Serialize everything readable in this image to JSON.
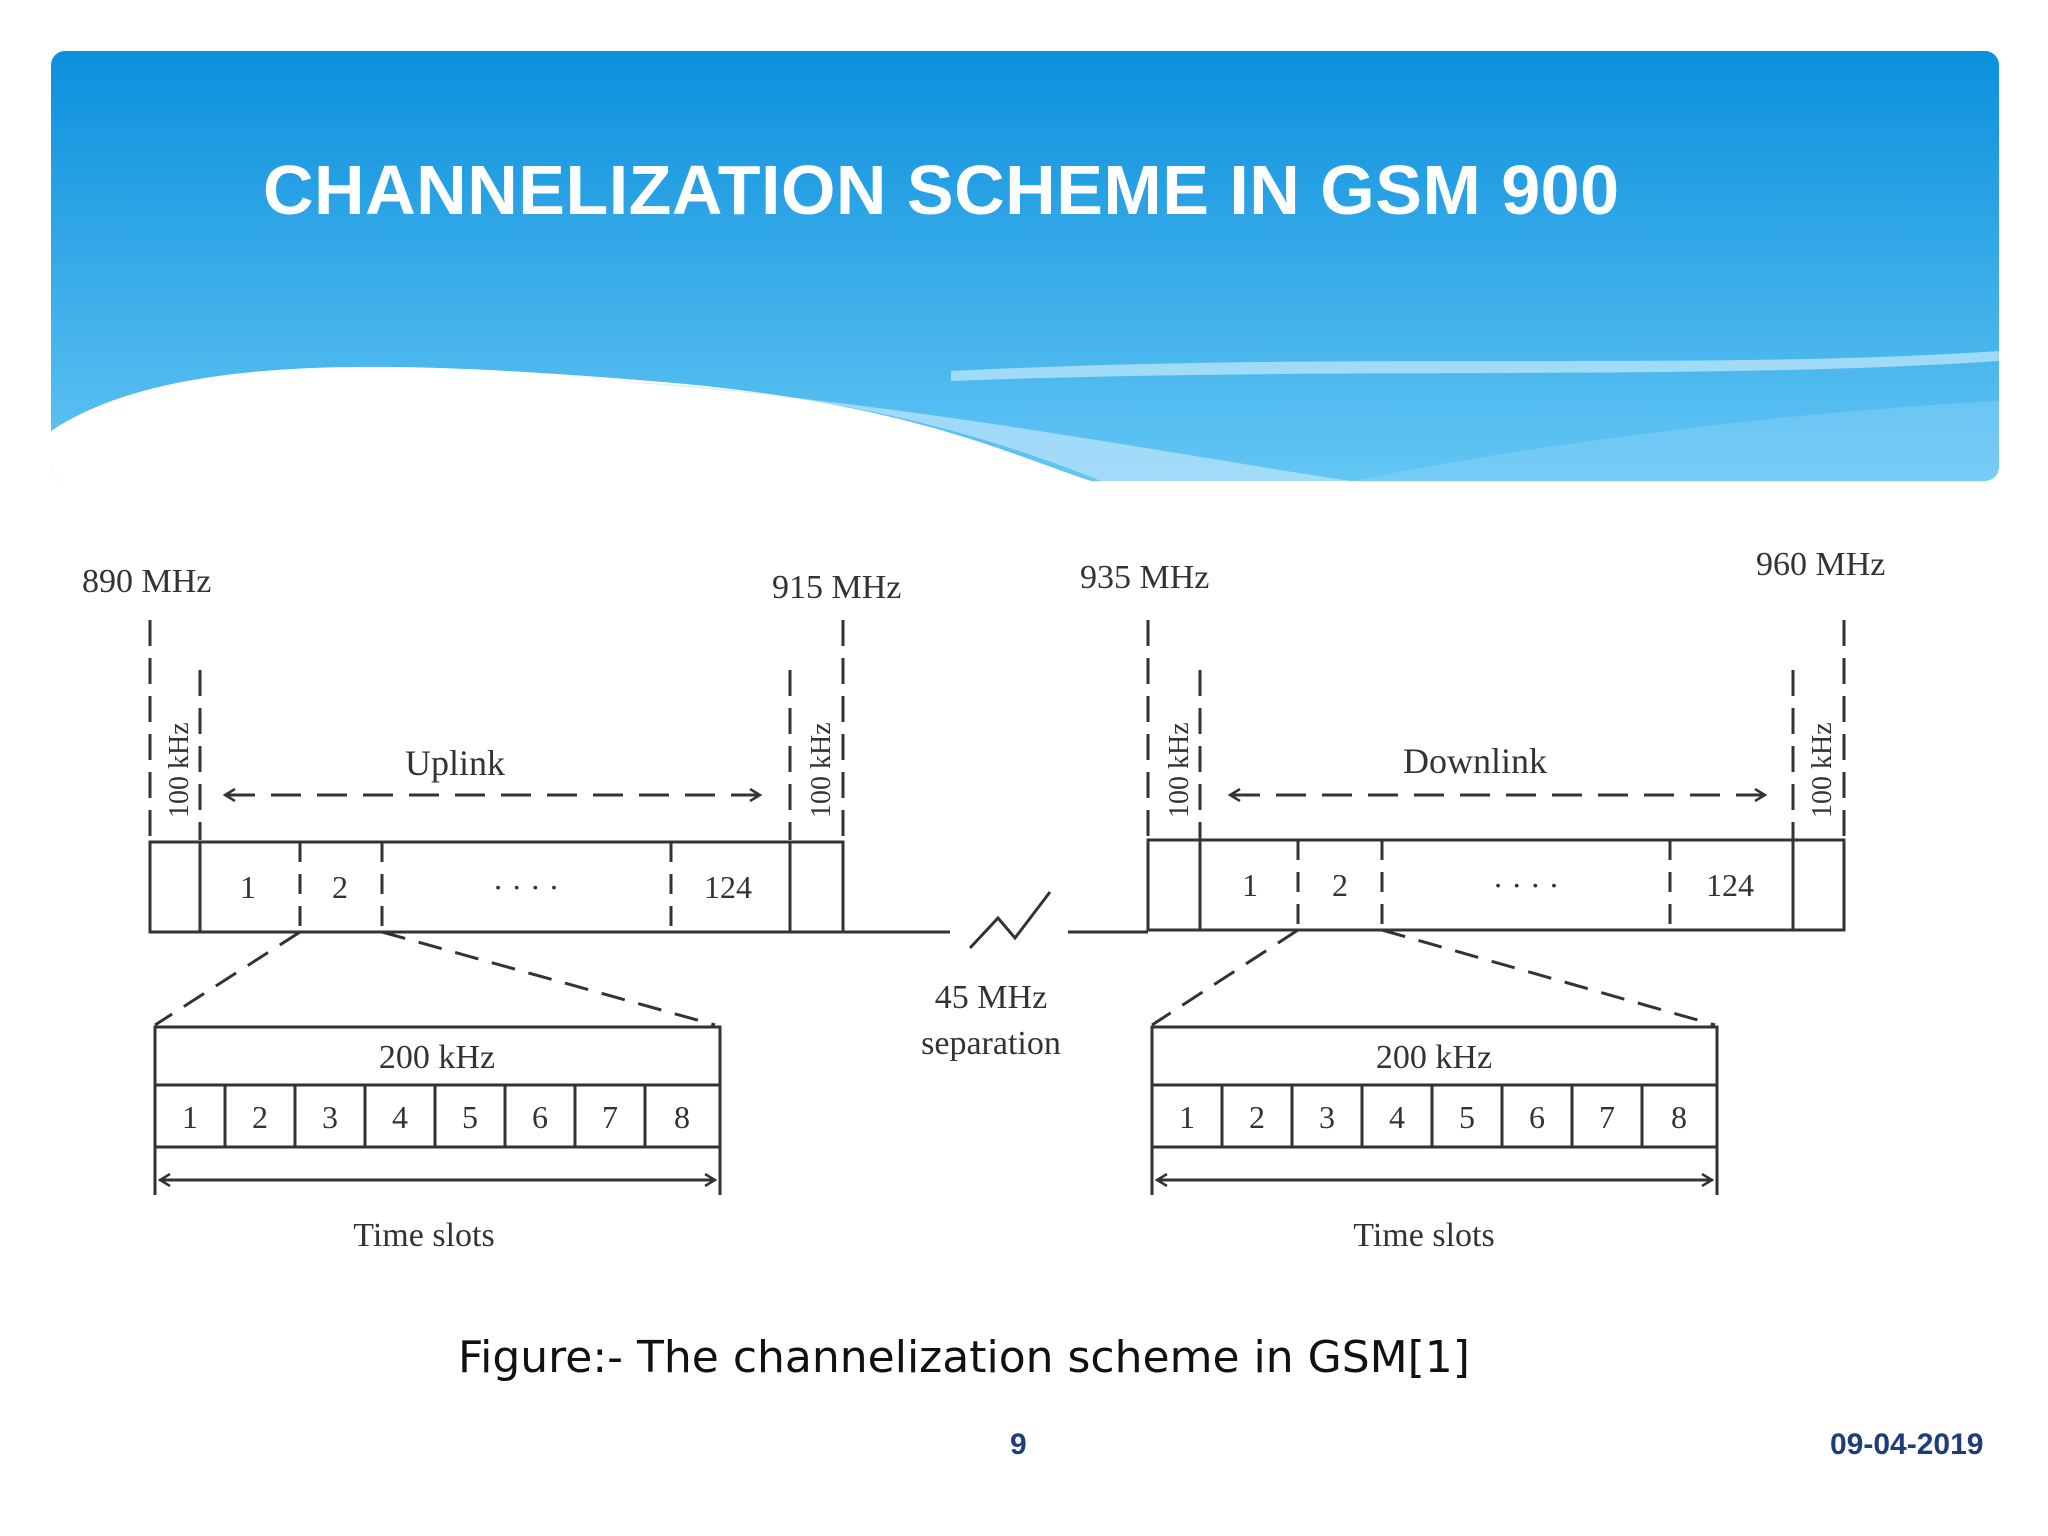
{
  "slide": {
    "title": "CHANNELIZATION SCHEME IN GSM 900",
    "caption": "Figure:- The channelization scheme in GSM[1]",
    "page_number": "9",
    "date": "09-04-2019"
  },
  "diagram": {
    "uplink": {
      "start_freq": "890 MHz",
      "end_freq": "915 MHz",
      "guard": "100 kHz",
      "label": "Uplink",
      "channels": [
        "1",
        "2",
        "· · · ·",
        "124"
      ],
      "carrier_label": "200 kHz",
      "slots": [
        "1",
        "2",
        "3",
        "4",
        "5",
        "6",
        "7",
        "8"
      ],
      "slots_label": "Time slots"
    },
    "downlink": {
      "start_freq": "935 MHz",
      "end_freq": "960 MHz",
      "guard": "100 kHz",
      "label": "Downlink",
      "channels": [
        "1",
        "2",
        "· · · ·",
        "124"
      ],
      "carrier_label": "200 kHz",
      "slots": [
        "1",
        "2",
        "3",
        "4",
        "5",
        "6",
        "7",
        "8"
      ],
      "slots_label": "Time slots"
    },
    "separation": {
      "line1": "45 MHz",
      "line2": "separation"
    }
  },
  "colors": {
    "header_top": "#0b8fdd",
    "header_bottom": "#5bc0f2",
    "title": "#ffffff",
    "footer_text": "#1f3d7a"
  }
}
